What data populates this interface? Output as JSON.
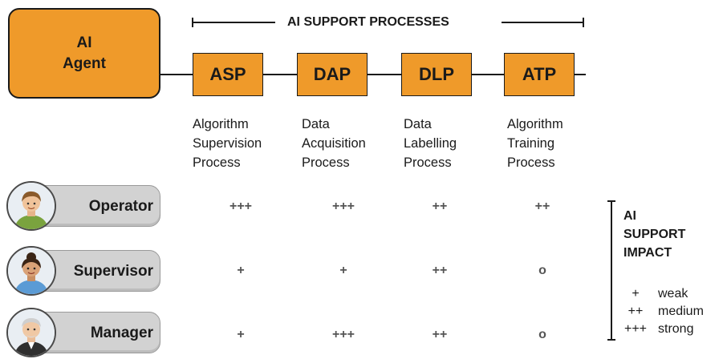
{
  "agent": {
    "line1": "AI",
    "line2": "Agent"
  },
  "support_title": "AI SUPPORT PROCESSES",
  "processes": [
    {
      "code": "ASP",
      "desc": [
        "Algorithm",
        "Supervision",
        "Process"
      ]
    },
    {
      "code": "DAP",
      "desc": [
        "Data",
        "Acquisition",
        "Process"
      ]
    },
    {
      "code": "DLP",
      "desc": [
        "Data",
        "Labelling",
        "Process"
      ]
    },
    {
      "code": "ATP",
      "desc": [
        "Algorithm",
        "Training",
        "Process"
      ]
    }
  ],
  "roles": [
    {
      "label": "Operator",
      "icon": "operator-avatar-icon",
      "ratings": [
        "+++",
        "+++",
        "++",
        "++"
      ]
    },
    {
      "label": "Supervisor",
      "icon": "supervisor-avatar-icon",
      "ratings": [
        "+",
        "+",
        "++",
        "o"
      ]
    },
    {
      "label": "Manager",
      "icon": "manager-avatar-icon",
      "ratings": [
        "+",
        "+++",
        "++",
        "o"
      ]
    }
  ],
  "impact": {
    "title": [
      "AI",
      "SUPPORT",
      "IMPACT"
    ],
    "legend": [
      {
        "symbol": "+",
        "label": "weak"
      },
      {
        "symbol": "++",
        "label": "medium"
      },
      {
        "symbol": "+++",
        "label": "strong"
      }
    ]
  },
  "colors": {
    "accent": "#ef9a2a",
    "pill": "#d2d2d2",
    "rating_text": "#555555"
  }
}
